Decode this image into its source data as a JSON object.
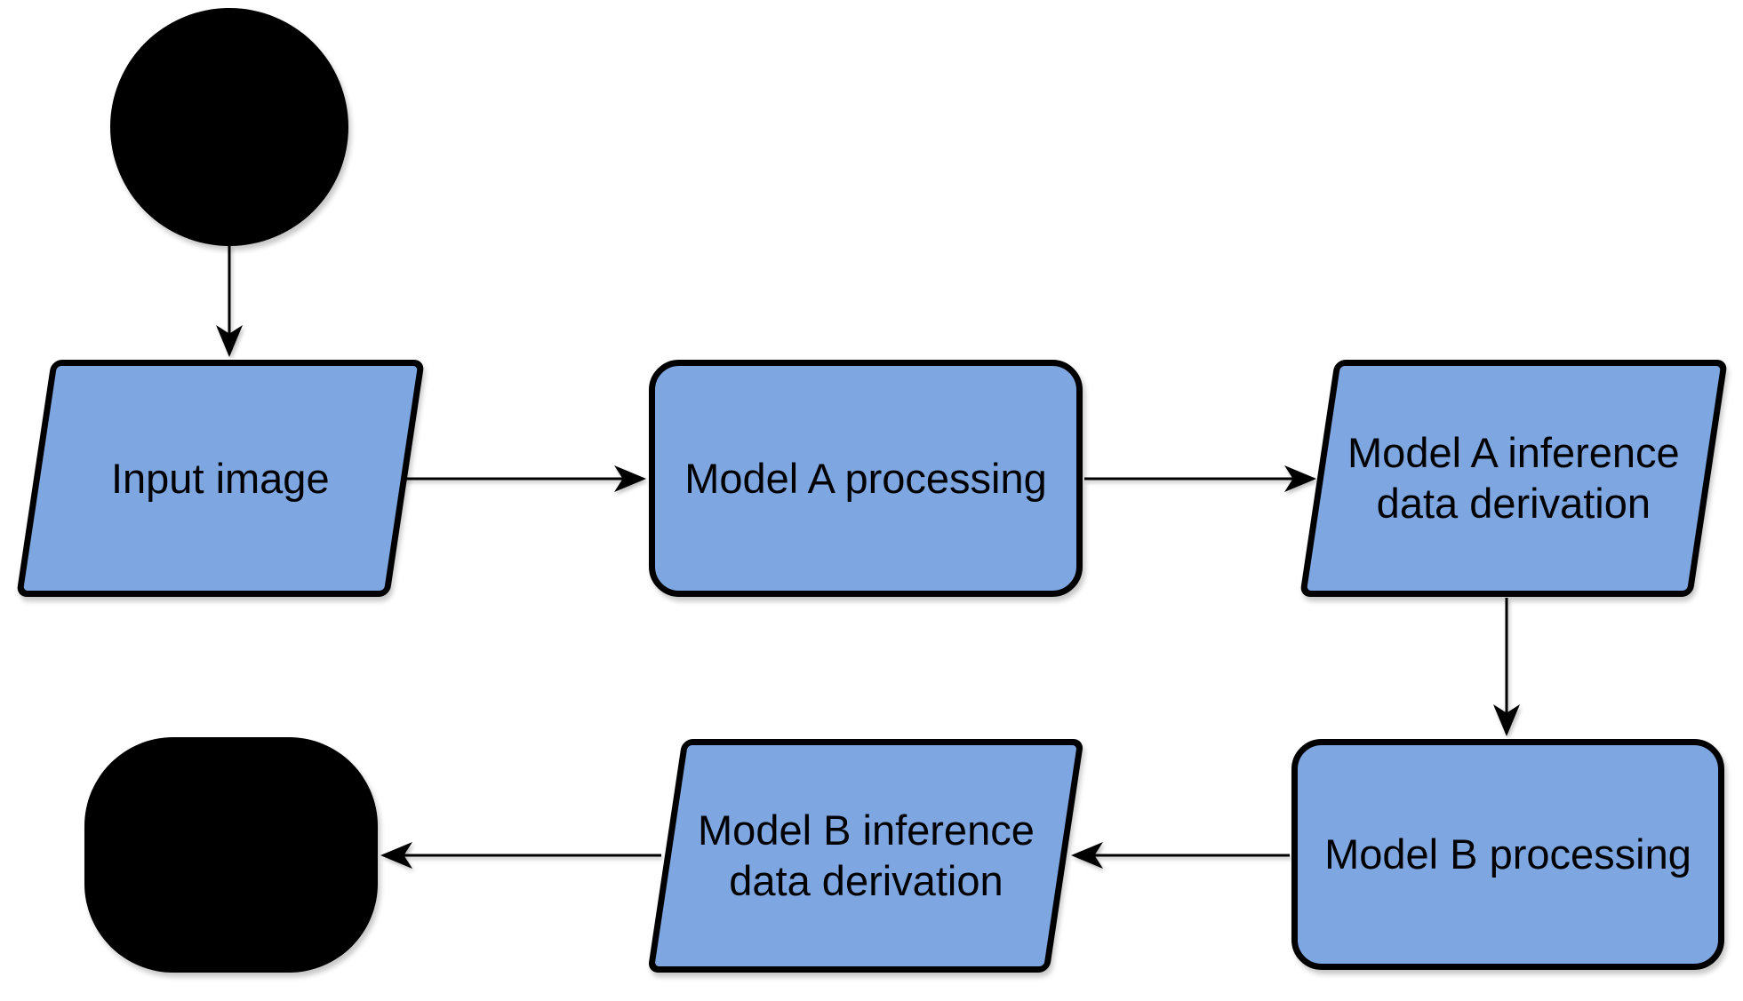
{
  "colors": {
    "background": "#FFFFFF",
    "node_fill": "#7EA6E0",
    "node_stroke": "#000000",
    "terminal_fill": "#000000",
    "arrow": "#000000",
    "label_text": "#000000"
  },
  "nodes": {
    "start": {
      "shape": "filled-circle",
      "label": ""
    },
    "input_image": {
      "shape": "parallelogram",
      "label": "Input image"
    },
    "model_a_processing": {
      "shape": "rounded-rectangle",
      "label": "Model A processing"
    },
    "model_a_inference": {
      "shape": "parallelogram",
      "label": "Model A inference data derivation",
      "lines": [
        "Model A inference",
        "data derivation"
      ]
    },
    "model_b_processing": {
      "shape": "rounded-rectangle",
      "label": "Model B processing"
    },
    "model_b_inference": {
      "shape": "parallelogram",
      "label": "Model B inference data derivation",
      "lines": [
        "Model B inference",
        "data derivation"
      ]
    },
    "end": {
      "shape": "filled-rounded-square",
      "label": ""
    }
  },
  "edges": [
    {
      "from": "start",
      "to": "input_image",
      "direction": "down"
    },
    {
      "from": "input_image",
      "to": "model_a_processing",
      "direction": "right"
    },
    {
      "from": "model_a_processing",
      "to": "model_a_inference",
      "direction": "right"
    },
    {
      "from": "model_a_inference",
      "to": "model_b_processing",
      "direction": "down"
    },
    {
      "from": "model_b_processing",
      "to": "model_b_inference",
      "direction": "left"
    },
    {
      "from": "model_b_inference",
      "to": "end",
      "direction": "left"
    }
  ]
}
